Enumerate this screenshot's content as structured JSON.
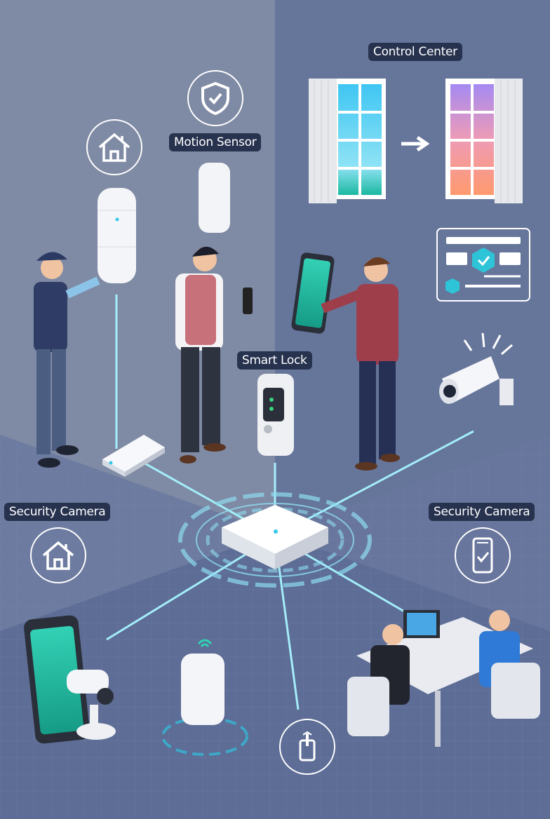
{
  "labels": {
    "control_center": "Control Center",
    "motion_sensor": "Motion Sensor",
    "smart_lock": "Smart Lock",
    "security_camera_left": "Security Camera",
    "security_camera_right": "Security Camera"
  },
  "colors": {
    "label_bg": "#27324f",
    "link_line": "#9ff2ff",
    "wall_left": "#7f8aa4",
    "wall_right": "#66759a",
    "floor": "#5d6d96"
  }
}
